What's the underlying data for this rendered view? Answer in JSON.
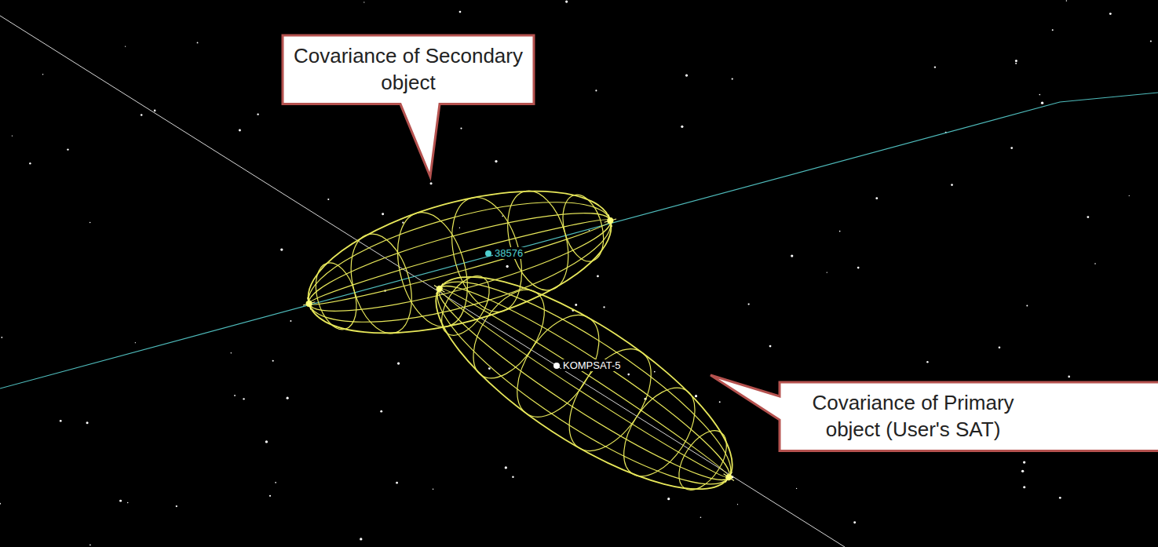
{
  "diagram": {
    "nodes": [
      {
        "text": [
          "Covariance of Secondary object"
        ]
      },
      {
        "text": [
          "Covariance of Primary object (User's SAT)"
        ]
      }
    ],
    "labels": [
      "38576",
      "KOMPSAT-5"
    ]
  }
}
